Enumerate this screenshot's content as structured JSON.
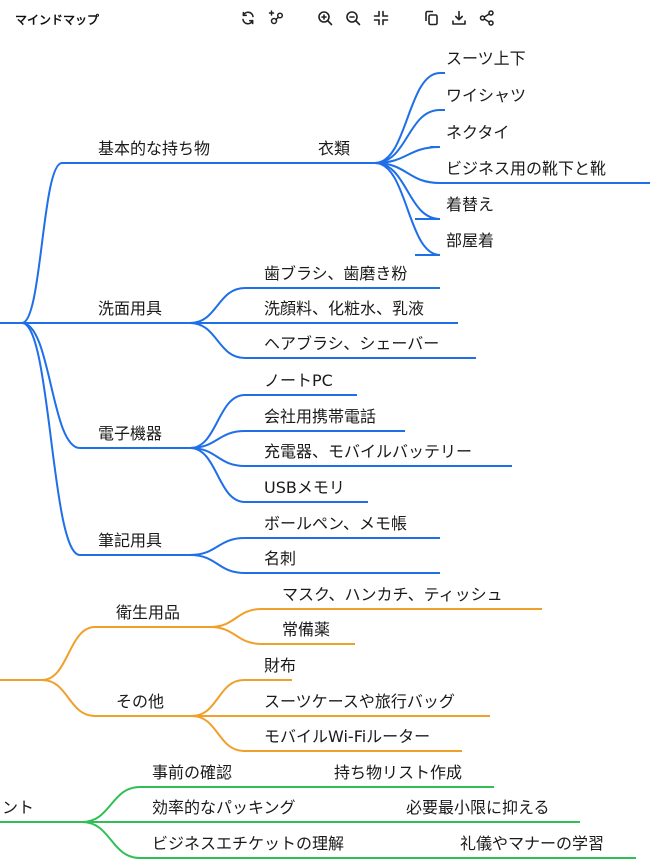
{
  "app": {
    "title": "マインドマップ"
  },
  "toolbar": {
    "buttons": [
      {
        "name": "refresh-button",
        "icon": "refresh-icon"
      },
      {
        "name": "add-node-button",
        "icon": "add-node-icon"
      },
      {
        "name": "zoom-in-button",
        "icon": "zoom-in-icon"
      },
      {
        "name": "zoom-out-button",
        "icon": "zoom-out-icon"
      },
      {
        "name": "fit-view-button",
        "icon": "collapse-icon"
      },
      {
        "name": "copy-button",
        "icon": "copy-icon"
      },
      {
        "name": "download-button",
        "icon": "download-icon"
      },
      {
        "name": "share-button",
        "icon": "share-icon"
      }
    ]
  },
  "colors": {
    "blue": "#1f6fe8",
    "orange": "#f0a02a",
    "green": "#2fbf55"
  },
  "mindmap": {
    "blue_branch": {
      "groups": [
        {
          "label": "基本的な持ち物",
          "sub": {
            "label": "衣類",
            "children": [
              "スーツ上下",
              "ワイシャツ",
              "ネクタイ",
              "ビジネス用の靴下と靴",
              "着替え",
              "部屋着"
            ]
          }
        },
        {
          "label": "洗面用具",
          "children": [
            "歯ブラシ、歯磨き粉",
            "洗顔料、化粧水、乳液",
            "ヘアブラシ、シェーバー"
          ]
        },
        {
          "label": "電子機器",
          "children": [
            "ノートPC",
            "会社用携帯電話",
            "充電器、モバイルバッテリー",
            "USBメモリ"
          ]
        },
        {
          "label": "筆記用具",
          "children": [
            "ボールペン、メモ帳",
            "名刺"
          ]
        }
      ]
    },
    "orange_branch": {
      "groups": [
        {
          "label": "衛生用品",
          "children": [
            "マスク、ハンカチ、ティッシュ",
            "常備薬"
          ]
        },
        {
          "label": "その他",
          "children": [
            "財布",
            "スーツケースや旅行バッグ",
            "モバイルWi-Fiルーター"
          ]
        }
      ]
    },
    "green_branch": {
      "label": "ント",
      "groups": [
        {
          "label": "事前の確認",
          "children": [
            "持ち物リスト作成"
          ]
        },
        {
          "label": "効率的なパッキング",
          "children": [
            "必要最小限に抑える"
          ]
        },
        {
          "label": "ビジネスエチケットの理解",
          "children": [
            "礼儀やマナーの学習"
          ]
        }
      ]
    }
  }
}
